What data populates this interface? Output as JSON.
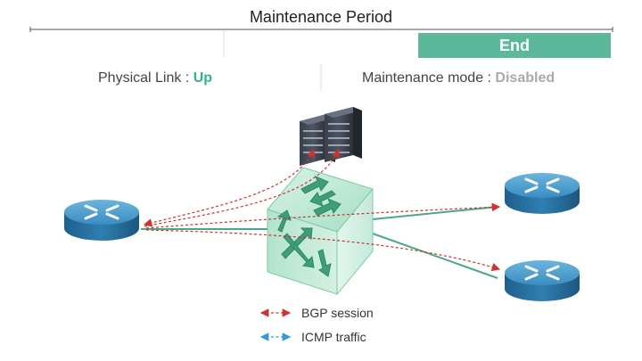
{
  "timeline": {
    "title": "Maintenance Period",
    "end_label": "End"
  },
  "status": {
    "link_label": "Physical Link : ",
    "link_value": "Up",
    "maintenance_label": "Maintenance mode : ",
    "maintenance_value": "Disabled"
  },
  "legend": {
    "bgp_label": "BGP session",
    "icmp_label": "ICMP traffic"
  },
  "colors": {
    "accent": "#5bb89a",
    "link_up": "#2fb389",
    "disabled": "#aaaaaa",
    "bgp": "#cc3333",
    "icmp": "#3399dd",
    "router": "#2f7fb0",
    "switch": "#8fd6b4"
  },
  "nodes": {
    "servers": "server-icon",
    "left_router": "router-icon",
    "core_switch": "switch-icon",
    "right_router_top": "router-icon",
    "right_router_bottom": "router-icon"
  }
}
